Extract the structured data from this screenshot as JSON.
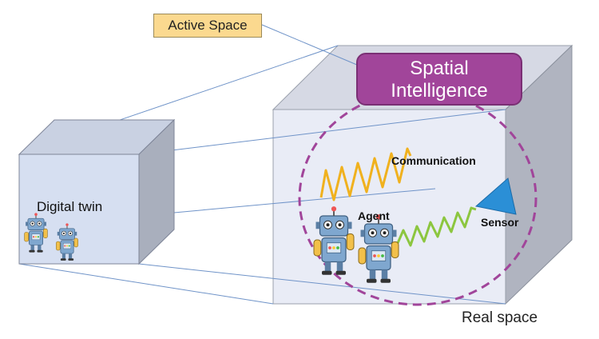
{
  "labels": {
    "active_space": "Active Space",
    "spatial_intelligence_line1": "Spatial",
    "spatial_intelligence_line2": "Intelligence",
    "digital_twin": "Digital twin",
    "communication": "Communication",
    "agent": "Agent",
    "sensor": "Sensor",
    "real_space": "Real space"
  },
  "colors": {
    "cube_front": "#e9ecf6",
    "cube_side": "#b0b4c0",
    "cube_top": "#d6d9e4",
    "small_cube_front": "#d6dff1",
    "spatial_box": "#a1459a",
    "circle": "#a1459a",
    "wave_communication": "#f0b11e",
    "wave_sensor": "#8cc63f",
    "sensor": "#2b8fd6",
    "robot_body": "#7fa7cf"
  },
  "icons": [
    "robot-icon",
    "sensor-icon"
  ]
}
